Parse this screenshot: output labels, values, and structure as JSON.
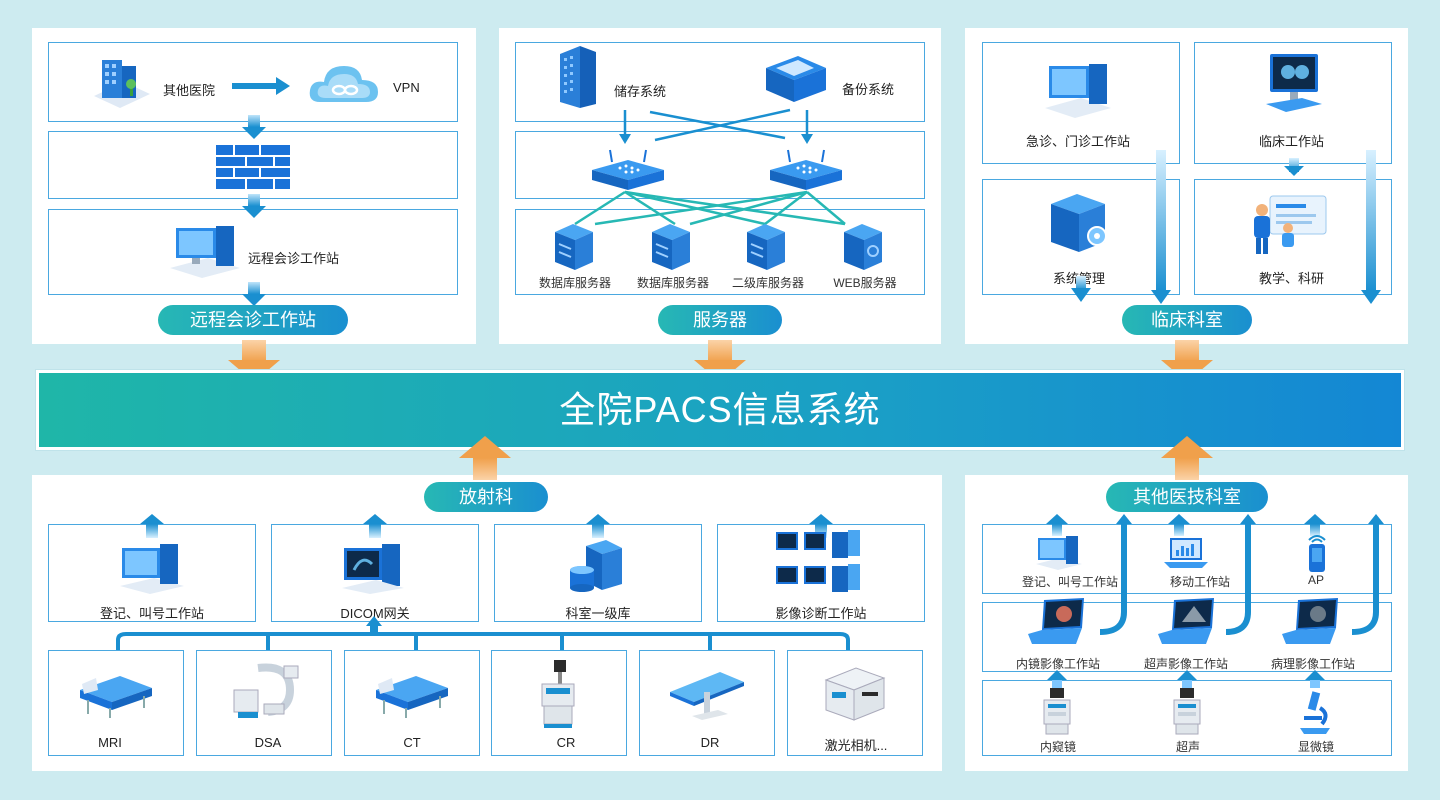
{
  "banner": {
    "title": "全院PACS信息系统"
  },
  "remote": {
    "pill": "远程会诊工作站",
    "other_hospital": "其他医院",
    "vpn": "VPN",
    "workstation": "远程会诊工作站"
  },
  "server": {
    "pill": "服务器",
    "storage": "储存系统",
    "backup": "备份系统",
    "servers": [
      "数据库服务器",
      "数据库服务器",
      "二级库服务器",
      "WEB服务器"
    ]
  },
  "clinical": {
    "pill": "临床科室",
    "emergency": "急诊、门诊工作站",
    "clinic_ws": "临床工作站",
    "sys_mgmt": "系统管理",
    "teaching": "教学、科研"
  },
  "radiology": {
    "pill": "放射科",
    "top": [
      "登记、叫号工作站",
      "DICOM网关",
      "科室一级库",
      "影像诊断工作站"
    ],
    "devices": [
      "MRI",
      "DSA",
      "CT",
      "CR",
      "DR",
      "激光相机..."
    ]
  },
  "other_tech": {
    "pill": "其他医技科室",
    "row1": [
      "登记、叫号工作站",
      "移动工作站",
      "AP"
    ],
    "row2": [
      "内镜影像工作站",
      "超声影像工作站",
      "病理影像工作站"
    ],
    "row3": [
      "内窥镜",
      "超声",
      "显微镜"
    ]
  },
  "colors": {
    "accent": "#1a8fd0",
    "teal": "#27b8b4",
    "arrow_orange": "#f0a04b",
    "border": "#4aa8e0"
  }
}
